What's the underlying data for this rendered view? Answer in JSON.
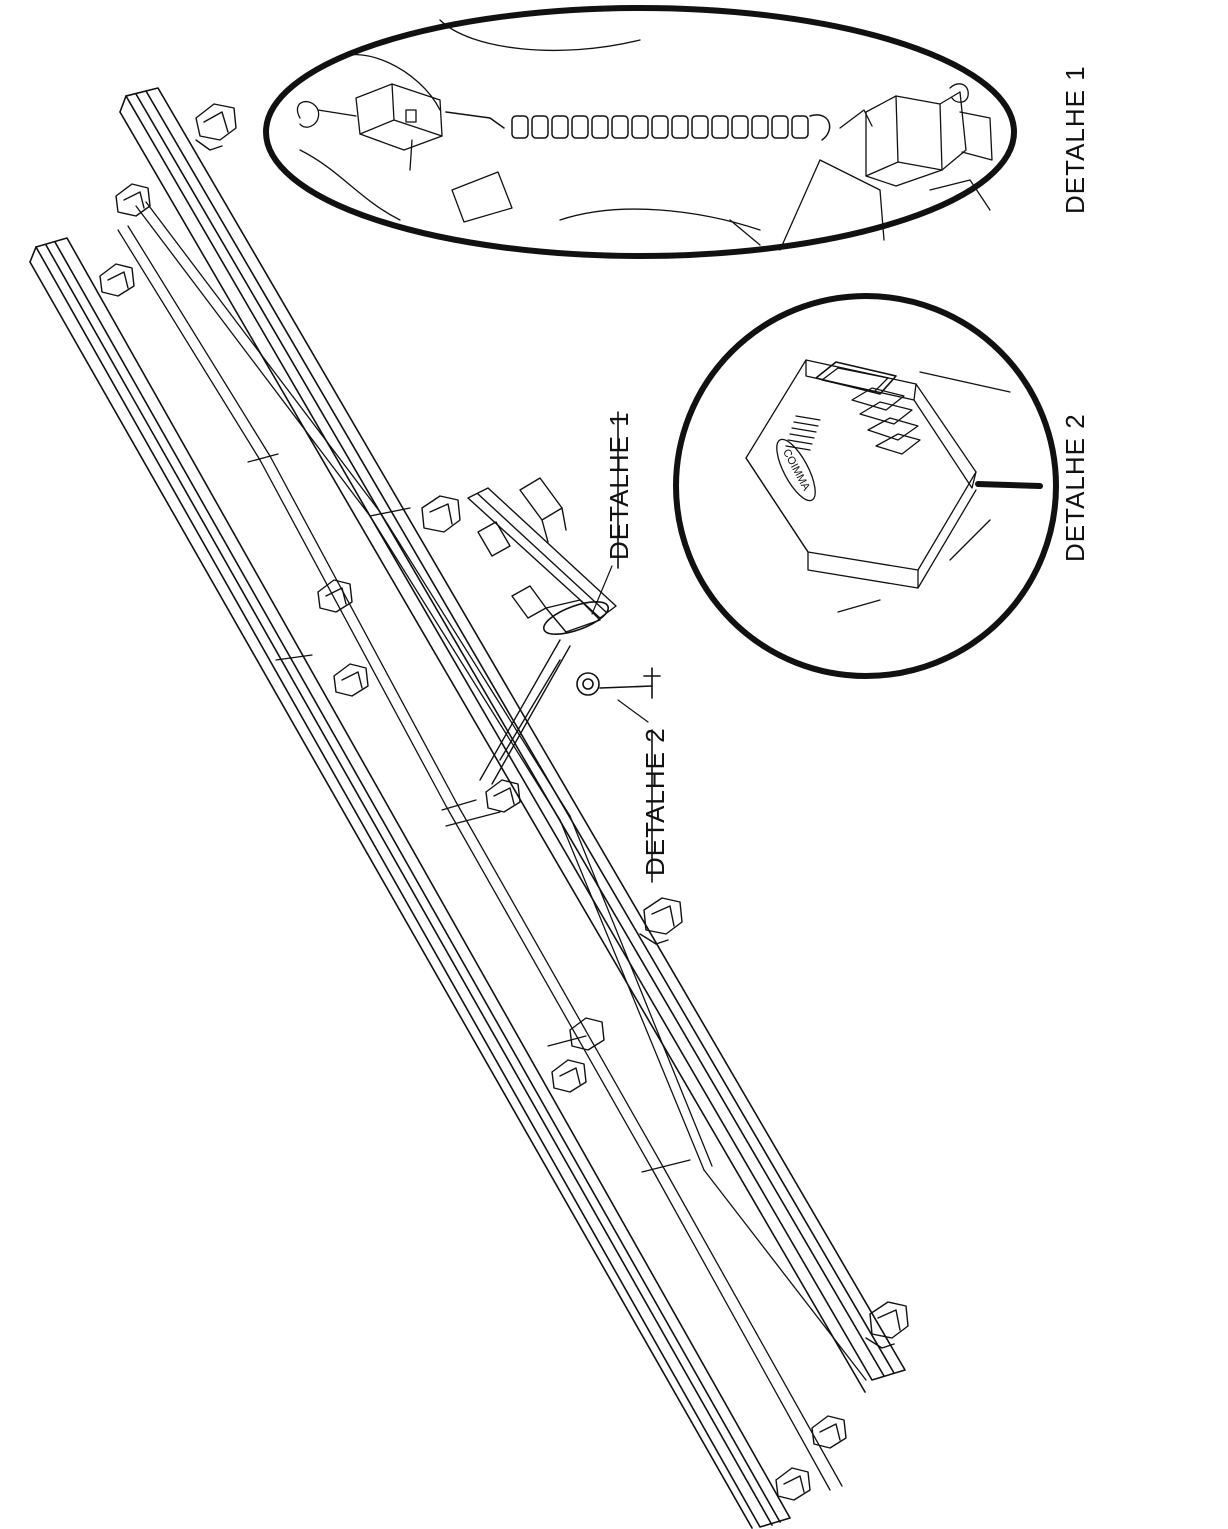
{
  "colors": {
    "ink": "#111111",
    "paper": "#ffffff"
  },
  "labels": {
    "detail1_callout": "DETALHE 1",
    "detail2_callout": "DETALHE 2",
    "detail1_caption": "DETALHE 1",
    "detail2_caption": "DETALHE 2"
  },
  "indicator": {
    "brand": "COIMMA"
  }
}
